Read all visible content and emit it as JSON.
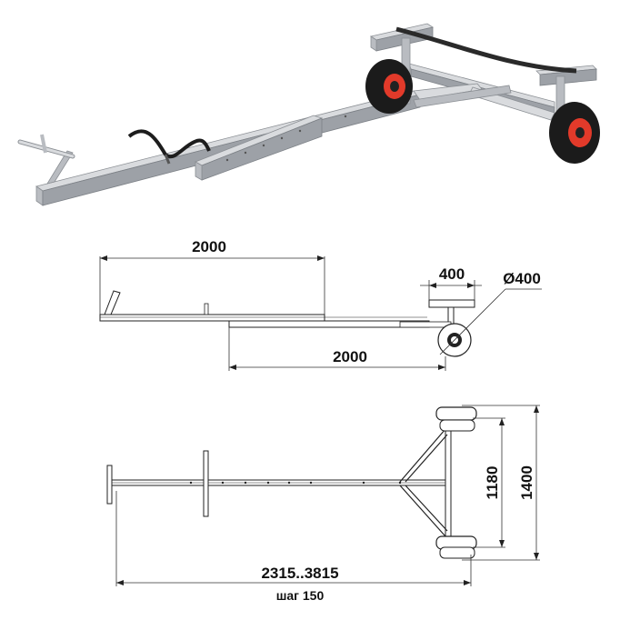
{
  "dimensions": {
    "top_length": "2000",
    "bottom_length": "2000",
    "wheel_width": "400",
    "wheel_diameter": "Ø400",
    "total_length": "2315..3815",
    "step": "шаг 150",
    "inner_width": "1180",
    "outer_width": "1400"
  },
  "colors": {
    "wheel_hub": "#e23a2a",
    "tyre": "#1b1b1b",
    "metal": "#c8cbcf"
  },
  "icons": [
    "trailer-3d-illustration",
    "side-view-drawing",
    "top-view-drawing"
  ]
}
